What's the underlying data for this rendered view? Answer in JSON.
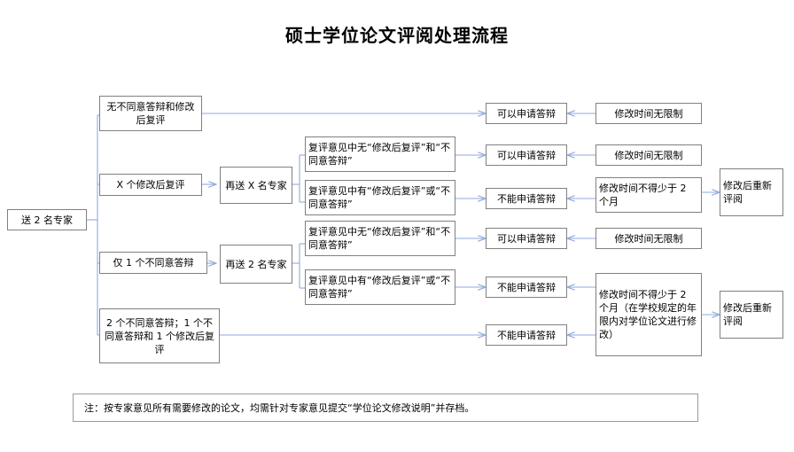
{
  "title": "硕士学位论文评阅处理流程",
  "colors": {
    "box_border": "#808080",
    "connector": "#8faadc",
    "text": "#000000",
    "background": "#ffffff"
  },
  "nodes": {
    "start": "送 2 名专家",
    "branch1": "无不同意答辩和修改后复评",
    "branch2": "X 个修改后复评",
    "branch3": "仅 1 个不同意答辩",
    "branch4": "2 个不同意答辩；1 个不同意答辩和 1 个修改后复评",
    "resend_x": "再送 X 名专家",
    "resend_2": "再送 2 名专家",
    "cond_a": "复评意见中无“修改后复评”和“不同意答辩”",
    "cond_b": "复评意见中有“修改后复评”或“不同意答辩”",
    "cond_c": "复评意见中无“修改后复评”和“不同意答辩”",
    "cond_d": "复评意见中有“修改后复评”或“不同意答辩”",
    "result1": "可以申请答辩",
    "result2": "可以申请答辩",
    "result3": "不能申请答辩",
    "result4": "可以申请答辩",
    "result5": "不能申请答辩",
    "result6": "不能申请答辩",
    "time1": "修改时间无限制",
    "time2": "修改时间无限制",
    "time3": "修改时间不得少于 2 个月",
    "time4": "修改时间无限制",
    "time5": "修改时间不得少于 2 个月（在学校规定的年限内对学位论文进行修改）",
    "review1": "修改后重新评阅",
    "review2": "修改后重新评阅"
  },
  "footnote": "注：按专家意见所有需要修改的论文，均需针对专家意见提交“学位论文修改说明”并存档。"
}
